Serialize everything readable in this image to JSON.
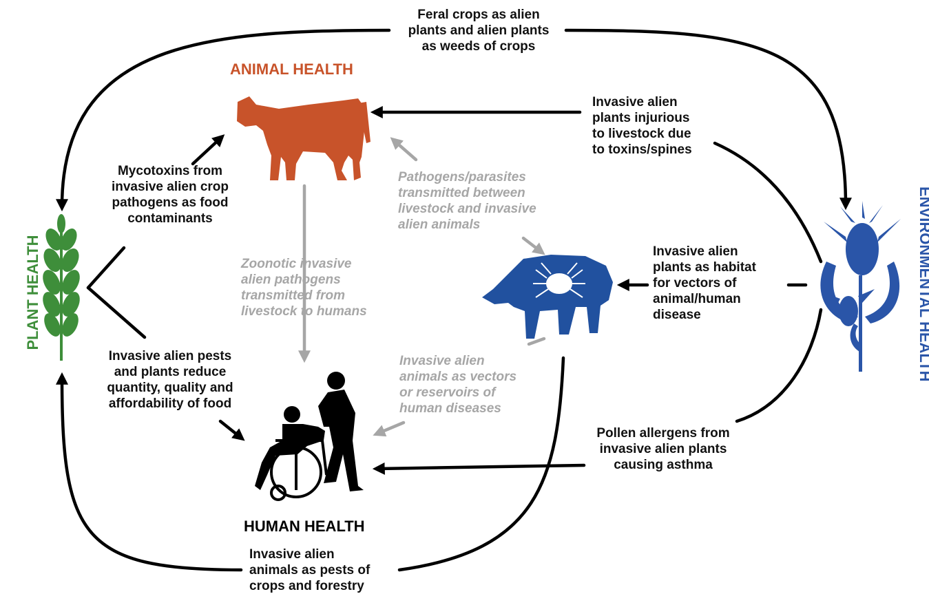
{
  "titles": {
    "animal": "ANIMAL HEALTH",
    "human": "HUMAN HEALTH",
    "plant": "PLANT HEALTH",
    "environmental": "ENVIRONMENTAL HEALTH"
  },
  "labels": {
    "top": [
      "Feral crops as alien",
      "plants and alien plants",
      "as weeds of  crops"
    ],
    "toxins": [
      "Invasive alien",
      "plants injurious",
      "to livestock due",
      "to toxins/spines"
    ],
    "mycotoxins": [
      "Mycotoxins from",
      "invasive alien crop",
      "pathogens as food",
      "contaminants"
    ],
    "pathogens": [
      "Pathogens/parasites",
      "transmitted between",
      "livestock and invasive",
      "alien animals"
    ],
    "zoonotic": [
      "Zoonotic invasive",
      "alien pathogens",
      "transmitted from",
      "livestock to humans"
    ],
    "habitat": [
      "Invasive alien",
      "plants as habitat",
      "for vectors of",
      "animal/human",
      "disease"
    ],
    "pests_plants": [
      "Invasive alien pests",
      "and plants reduce",
      "quantity, quality and",
      "affordability of food"
    ],
    "vectors": [
      "Invasive alien",
      "animals as vectors",
      "or reservoirs of",
      "human diseases"
    ],
    "pollen": [
      "Pollen allergens from",
      "invasive alien plants",
      "causing asthma"
    ],
    "bottom": [
      "Invasive alien",
      "animals as pests of",
      "crops and forestry"
    ]
  },
  "colors": {
    "animal": "#c8532a",
    "plant": "#3e8e3a",
    "environmental": "#2a55a8",
    "boar": "#21519f",
    "arrow": "#000000",
    "gray": "#a6a6a6"
  },
  "icons": {
    "cow": "cow-icon",
    "wheat": "wheat-icon",
    "boar": "boar-with-tick-icon",
    "teasel": "teasel-icon",
    "people": "wheelchair-caregiver-icon"
  }
}
